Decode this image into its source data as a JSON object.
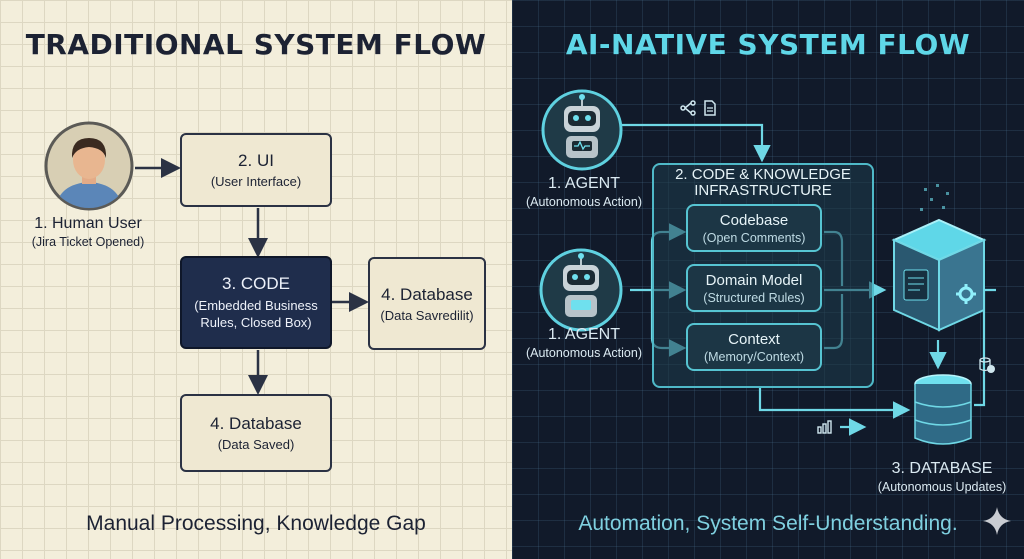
{
  "left": {
    "title": "TRADITIONAL SYSTEM FLOW",
    "user": {
      "label": "1. Human User",
      "sub": "(Jira Ticket Opened)"
    },
    "ui": {
      "label": "2. UI",
      "sub": "(User Interface)"
    },
    "code": {
      "label": "3. CODE",
      "sub_line1": "(Embedded Business",
      "sub_line2": "Rules, Closed Box)"
    },
    "db_side": {
      "label": "4. Database",
      "sub": "(Data Savredilit)"
    },
    "db_bottom": {
      "label": "4. Database",
      "sub": "(Data Saved)"
    },
    "footer": "Manual Processing, Knowledge Gap"
  },
  "right": {
    "title": "AI-NATIVE SYSTEM FLOW",
    "agent_top": {
      "label": "1. AGENT",
      "sub": "(Autonomous Action)"
    },
    "agent_mid": {
      "label": "1. AGENT",
      "sub": "(Autonomous Action)"
    },
    "infra": {
      "title_line1": "2. CODE & KNOWLEDGE",
      "title_line2": "INFRASTRUCTURE"
    },
    "codebase": {
      "label": "Codebase",
      "sub": "(Open Comments)"
    },
    "domain": {
      "label": "Domain Model",
      "sub": "(Structured Rules)"
    },
    "context": {
      "label": "Context",
      "sub": "(Memory/Context)"
    },
    "database": {
      "label": "3. DATABASE",
      "sub": "(Autonomous Updates)"
    },
    "footer": "Automation, System Self-Understanding."
  },
  "colors": {
    "left_bg": "#f3eedb",
    "right_bg": "#111a2a",
    "accent": "#5fd7e8",
    "dark_box": "#1f2d4c"
  },
  "icons": [
    "person-avatar-icon",
    "robot-icon",
    "branch-icon",
    "document-icon",
    "cube-server-icon",
    "gear-icon",
    "database-icon",
    "db-check-icon",
    "bar-chart-icon",
    "sparkle-icon"
  ]
}
